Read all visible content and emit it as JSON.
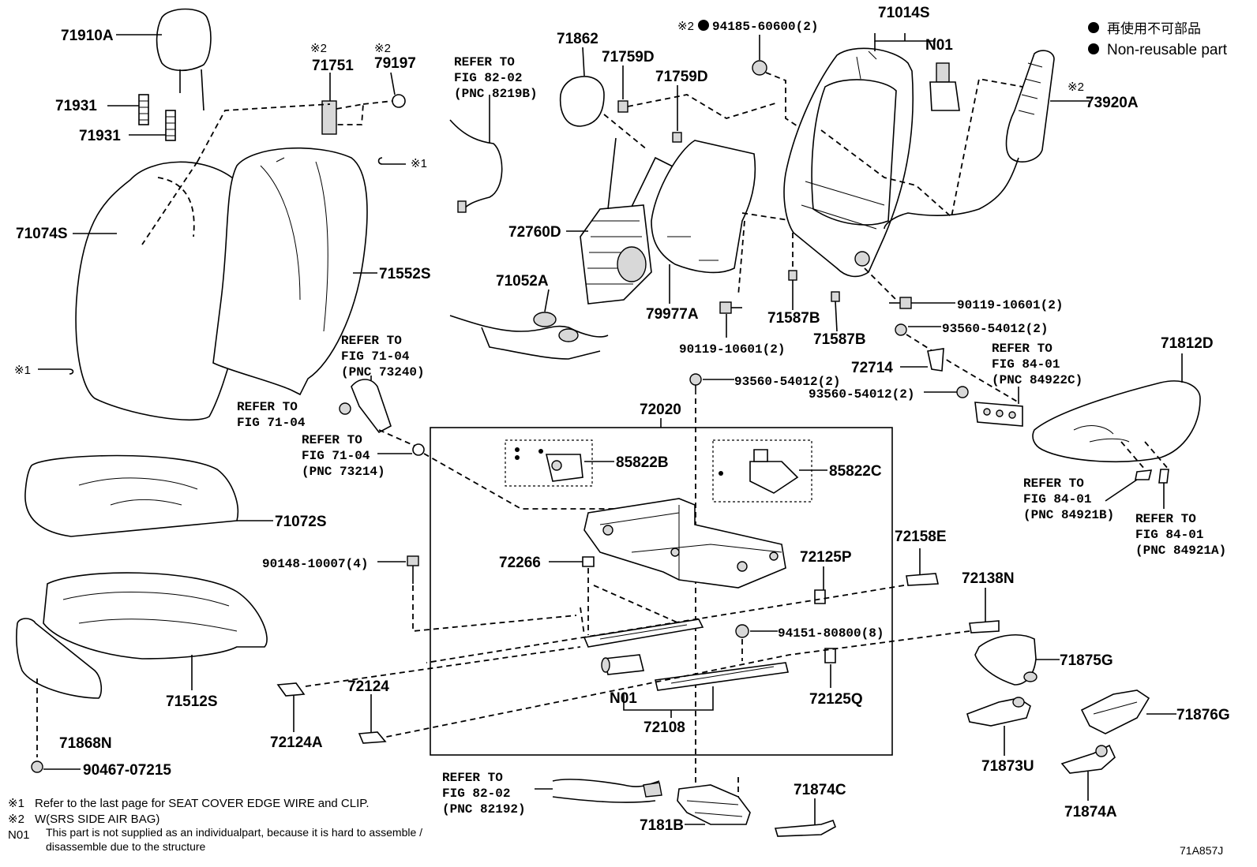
{
  "legend": {
    "jp_label": "再使用不可部品",
    "en_label": "Non-reusable part",
    "marker_color": "#000000"
  },
  "diagram_id": "71A857J",
  "footnotes": {
    "n1_mark": "※1",
    "n1_text": "Refer to the last page for SEAT COVER EDGE WIRE and CLIP.",
    "n2_mark": "※2",
    "n2_text": "W(SRS SIDE AIR BAG)",
    "n01_mark": "N01",
    "n01_text_line1": "This part is not supplied as an individualpart, because it is hard to assemble /",
    "n01_text_line2": "disassemble due to the structure"
  },
  "marks": {
    "m1": "※1",
    "m2": "※2"
  },
  "labels": {
    "p71910A": "71910A",
    "p71931a": "71931",
    "p71931b": "71931",
    "p71751": "71751",
    "p79197": "79197",
    "p71074S": "71074S",
    "p71552S": "71552S",
    "p71072S": "71072S",
    "p71512S": "71512S",
    "p71868N": "71868N",
    "p90467": "90467-07215",
    "p90148": "90148-10007(4)",
    "p71862": "71862",
    "p71759Da": "71759D",
    "p71759Db": "71759D",
    "p94185": "94185-60600(2)",
    "p71014S": "71014S",
    "pN01a": "N01",
    "p73920A": "73920A",
    "p72760D": "72760D",
    "p71052A": "71052A",
    "p79977A": "79977A",
    "p90119a": "90119-10601(2)",
    "p90119b": "90119-10601(2)",
    "p71587Ba": "71587B",
    "p71587Bb": "71587B",
    "p93560a": "93560-54012(2)",
    "p93560b": "93560-54012(2)",
    "p93560c": "93560-54012(2)",
    "p72714": "72714",
    "p71812D": "71812D",
    "p72020": "72020",
    "p85822B": "85822B",
    "p85822C": "85822C",
    "p72266": "72266",
    "p72125P": "72125P",
    "p72158E": "72158E",
    "p72138N": "72138N",
    "p94151": "94151-80800(8)",
    "p72125Q": "72125Q",
    "pN01b": "N01",
    "p72108": "72108",
    "p72124": "72124",
    "p72124A": "72124A",
    "p71875G": "71875G",
    "p71876G": "71876G",
    "p71873U": "71873U",
    "p71874A": "71874A",
    "p71874C": "71874C",
    "p7181B": "7181B"
  },
  "refs": {
    "r82_02": [
      "REFER TO",
      "FIG 82-02",
      "(PNC 8219B)"
    ],
    "r71_04a": [
      "REFER TO",
      "FIG 71-04",
      "(PNC 73240)"
    ],
    "r71_04b": [
      "REFER TO",
      "FIG 71-04"
    ],
    "r71_04c": [
      "REFER TO",
      "FIG 71-04",
      "(PNC 73214)"
    ],
    "r84_01a": [
      "REFER TO",
      "FIG 84-01",
      "(PNC 84922C)"
    ],
    "r84_01b": [
      "REFER TO",
      "FIG 84-01",
      "(PNC 84921B)"
    ],
    "r84_01c": [
      "REFER TO",
      "FIG 84-01",
      "(PNC 84921A)"
    ],
    "r82_02b": [
      "REFER TO",
      "FIG 82-02",
      "(PNC 82192)"
    ]
  }
}
